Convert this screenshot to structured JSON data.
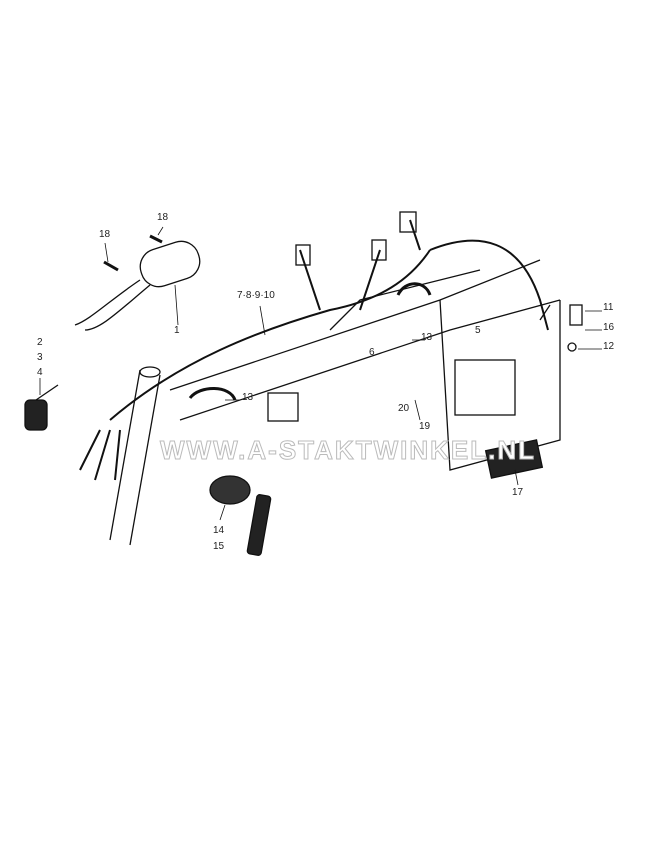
{
  "diagram": {
    "watermark": "WWW.A-STAKTWINKEL.NL",
    "labels": {
      "screw_left": "18",
      "screw_top": "18",
      "coil": "1",
      "cap_2": "2",
      "cap_3": "3",
      "cap_4": "4",
      "harness": "7·8·9·10",
      "clamp_left": "13",
      "clamp_right": "13",
      "part_6": "6",
      "part_5": "5",
      "fuse_11": "11",
      "fuse_16": "16",
      "fuse_12": "12",
      "part_20": "20",
      "part_19": "19",
      "part_17": "17",
      "switch_14": "14",
      "switch_15": "15"
    }
  }
}
